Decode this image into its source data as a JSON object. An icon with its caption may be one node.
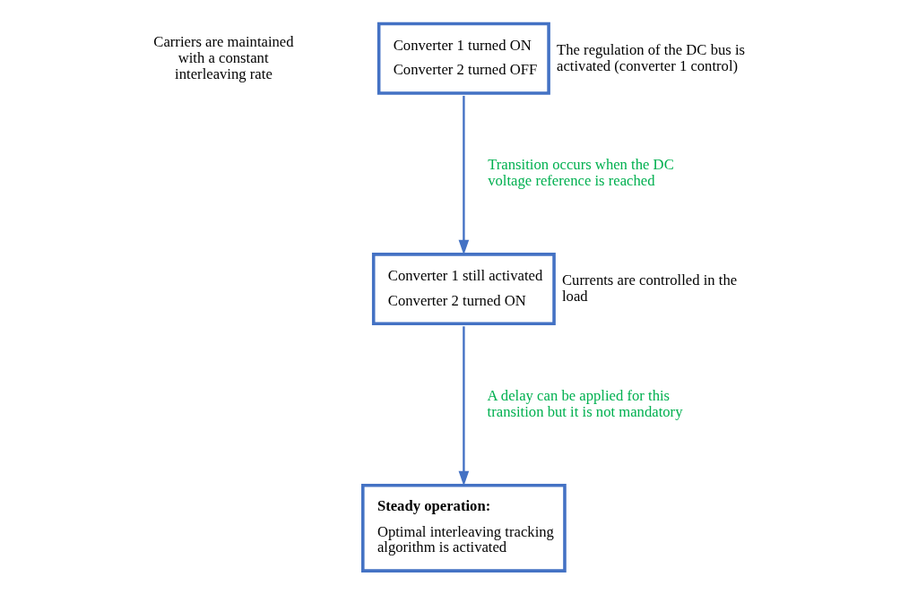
{
  "diagram": {
    "nodes": [
      {
        "text": [
          "Converter 1 turned ON",
          "Converter 2 turned OFF"
        ],
        "beside": [
          "The regulation of the DC bus is activated (converter 1 control)"
        ]
      },
      {
        "text": [
          "Converter 1 still activated",
          "Converter 2 turned ON"
        ],
        "beside": [
          "Currents are controlled in the load"
        ]
      },
      {
        "text": [
          "Steady operation:",
          "Optimal interleaving tracking algorithm is activated"
        ]
      }
    ],
    "edges": [
      {
        "from": 0,
        "to": 1,
        "arrow": "to",
        "label": "Transition occurs when the DC voltage reference is reached"
      },
      {
        "from": 1,
        "to": 2,
        "arrow": "to",
        "label": "A delay can be applied for this transition but it is not mandatory"
      }
    ],
    "labels": [
      "Carriers are maintained with a constant interleaving rate"
    ]
  }
}
